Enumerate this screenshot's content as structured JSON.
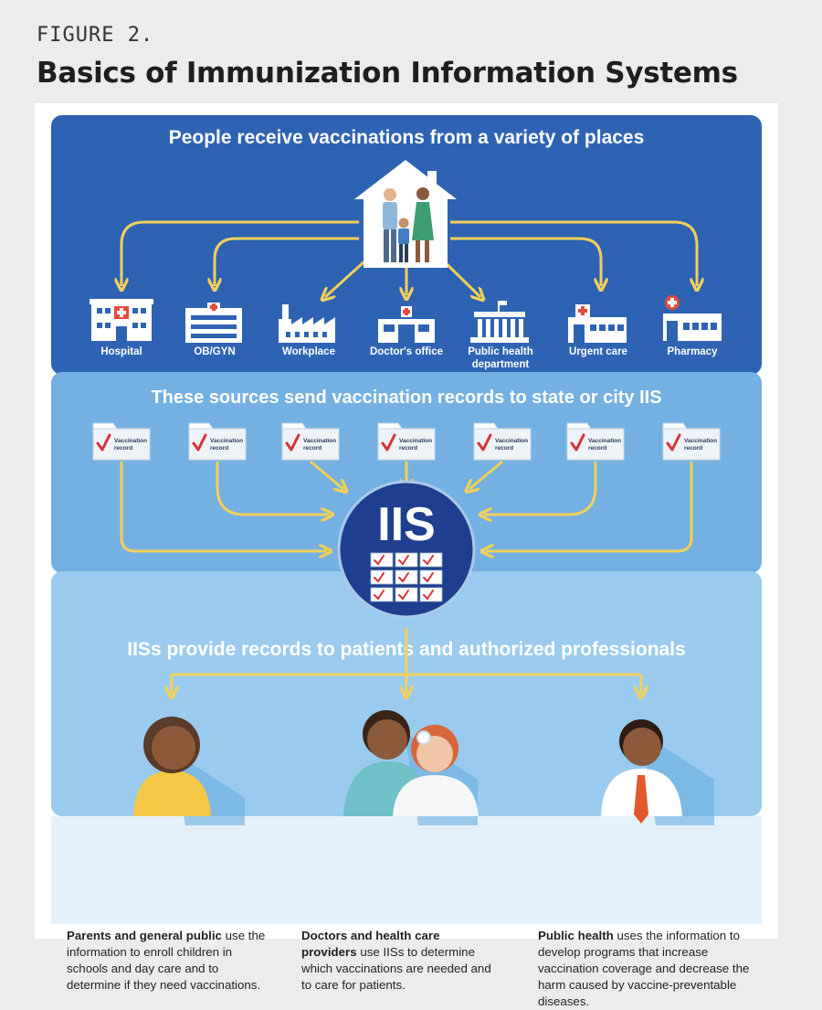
{
  "figure_label": "FIGURE 2.",
  "figure_title": "Basics of Immunization Information Systems",
  "section1": {
    "heading": "People receive vaccinations from a variety of places",
    "places": [
      {
        "label": "Hospital",
        "icon": "hospital-icon"
      },
      {
        "label": "OB/GYN",
        "icon": "obgyn-clinic-icon"
      },
      {
        "label": "Workplace",
        "icon": "factory-icon"
      },
      {
        "label": "Doctor's office",
        "icon": "doctors-office-icon"
      },
      {
        "label": "Public health",
        "label2": "department",
        "icon": "government-building-icon"
      },
      {
        "label": "Urgent care",
        "icon": "urgent-care-icon"
      },
      {
        "label": "Pharmacy",
        "icon": "pharmacy-icon"
      }
    ]
  },
  "section2": {
    "heading": "These sources send vaccination records to state or city IIS",
    "record_label_line1": "Vaccination",
    "record_label_line2": "record",
    "iis_label": "IIS"
  },
  "section3": {
    "heading": "IISs provide records to patients and authorized professionals",
    "audiences": [
      {
        "bold": "Parents and general public",
        "text": "use the information to enroll children in schools and day care and to determine if they need vaccinations."
      },
      {
        "bold": "Doctors and health care providers",
        "text": "use IISs to determine which vaccinations are needed and to care for patients."
      },
      {
        "bold": "Public health",
        "text": "uses the information to develop programs that increase vaccination coverage and decrease the harm caused by vaccine-preventable diseases."
      }
    ]
  },
  "colors": {
    "dark_blue": "#2e63b3",
    "mid_blue": "#74b1e2",
    "light_blue": "#9acbee",
    "iis_circle": "#1e3f8f",
    "arrow": "#f2d05c",
    "check_red": "#d8323a"
  }
}
